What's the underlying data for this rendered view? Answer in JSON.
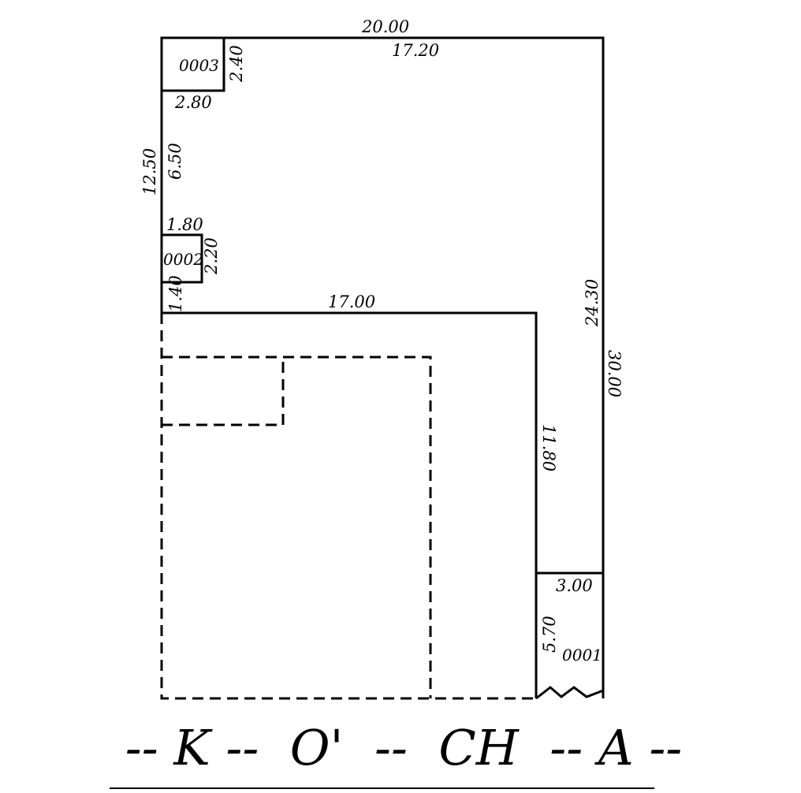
{
  "plan": {
    "line_color": "#000000",
    "background": "#ffffff",
    "dimensions": {
      "top_total": "20.00",
      "top_inner": "17.20",
      "left_total": "12.50",
      "left_inner": "6.50",
      "right_total": "30.00",
      "right_inner": "24.30",
      "mid_horizontal": "17.00",
      "mid_vertical": "11.80",
      "short_vertical": "1.40"
    },
    "rooms": {
      "room_0003": {
        "id": "0003",
        "width": "2.80",
        "height": "2.40"
      },
      "room_0002": {
        "id": "0002",
        "width": "1.80",
        "height": "2.20"
      },
      "room_0001": {
        "id": "0001",
        "width": "3.00",
        "height": "5.70"
      }
    },
    "street_label": "-- K --  O'  --  CH  -- A --"
  }
}
